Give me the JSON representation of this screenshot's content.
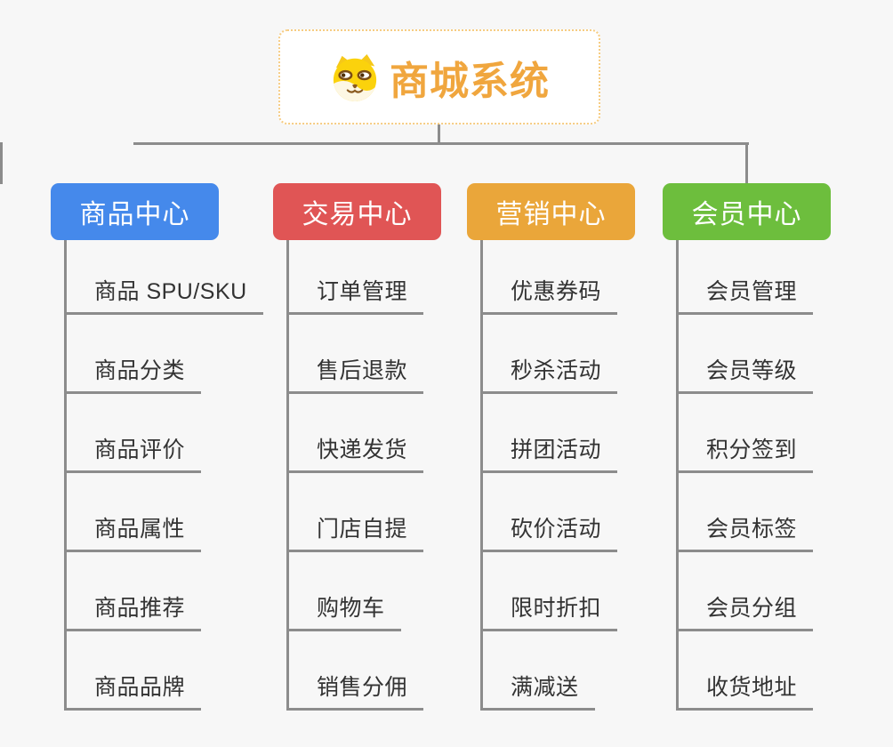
{
  "root": {
    "title": "商城系统",
    "icon": "dog-face-icon"
  },
  "branches": [
    {
      "label": "商品中心",
      "color": "#4589EB",
      "items": [
        "商品 SPU/SKU",
        "商品分类",
        "商品评价",
        "商品属性",
        "商品推荐",
        "商品品牌"
      ]
    },
    {
      "label": "交易中心",
      "color": "#E05555",
      "items": [
        "订单管理",
        "售后退款",
        "快递发货",
        "门店自提",
        "购物车",
        "销售分佣"
      ]
    },
    {
      "label": "营销中心",
      "color": "#EAA63A",
      "items": [
        "优惠券码",
        "秒杀活动",
        "拼团活动",
        "砍价活动",
        "限时折扣",
        "满减送"
      ]
    },
    {
      "label": "会员中心",
      "color": "#6DBE3D",
      "items": [
        "会员管理",
        "会员等级",
        "积分签到",
        "会员标签",
        "会员分组",
        "收货地址"
      ]
    }
  ],
  "colors": {
    "connector": "#8C8C8C",
    "root_border": "#F6CC82",
    "root_title": "#F0A63E",
    "background": "#F7F7F7"
  }
}
